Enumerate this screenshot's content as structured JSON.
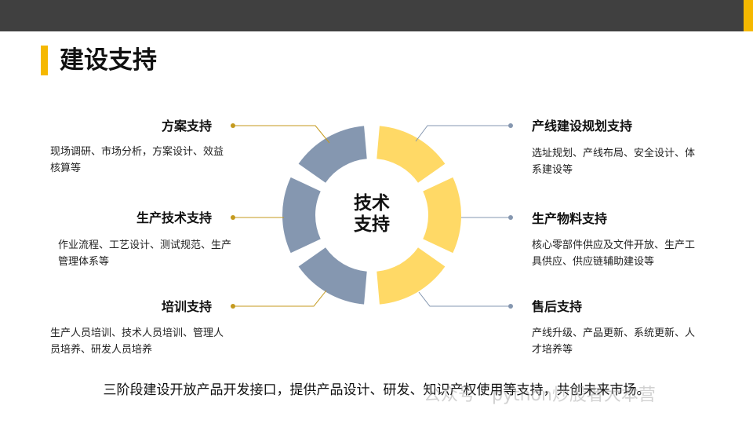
{
  "page": {
    "title": "建设支持"
  },
  "center": {
    "line1": "技术",
    "line2": "支持"
  },
  "colors": {
    "blue": "#8597b0",
    "yellow": "#ffd966",
    "accent": "#f5b800",
    "topbar": "#404040"
  },
  "left_items": [
    {
      "title": "方案支持",
      "desc": "现场调研、市场分析，方案设计、效益核算等"
    },
    {
      "title": "生产技术支持",
      "desc": "作业流程、工艺设计、测试规范、生产管理体系等"
    },
    {
      "title": "培训支持",
      "desc": "生产人员培训、技术人员培训、管理人员培养、研发人员培养"
    }
  ],
  "right_items": [
    {
      "title": "产线建设规划支持",
      "desc": "选址规划、产线布局、安全设计、体系建设等"
    },
    {
      "title": "生产物料支持",
      "desc": "核心零部件供应及文件开放、生产工具供应、供应链辅助建设等"
    },
    {
      "title": "售后支持",
      "desc": "产线升级、产品更新、系统更新、人才培养等"
    }
  ],
  "footer": "三阶段建设开放产品开发接口，提供产品设计、研发、知识产权使用等支持，共创未来市场。",
  "watermark": "公众号 · python炒股者大本营"
}
